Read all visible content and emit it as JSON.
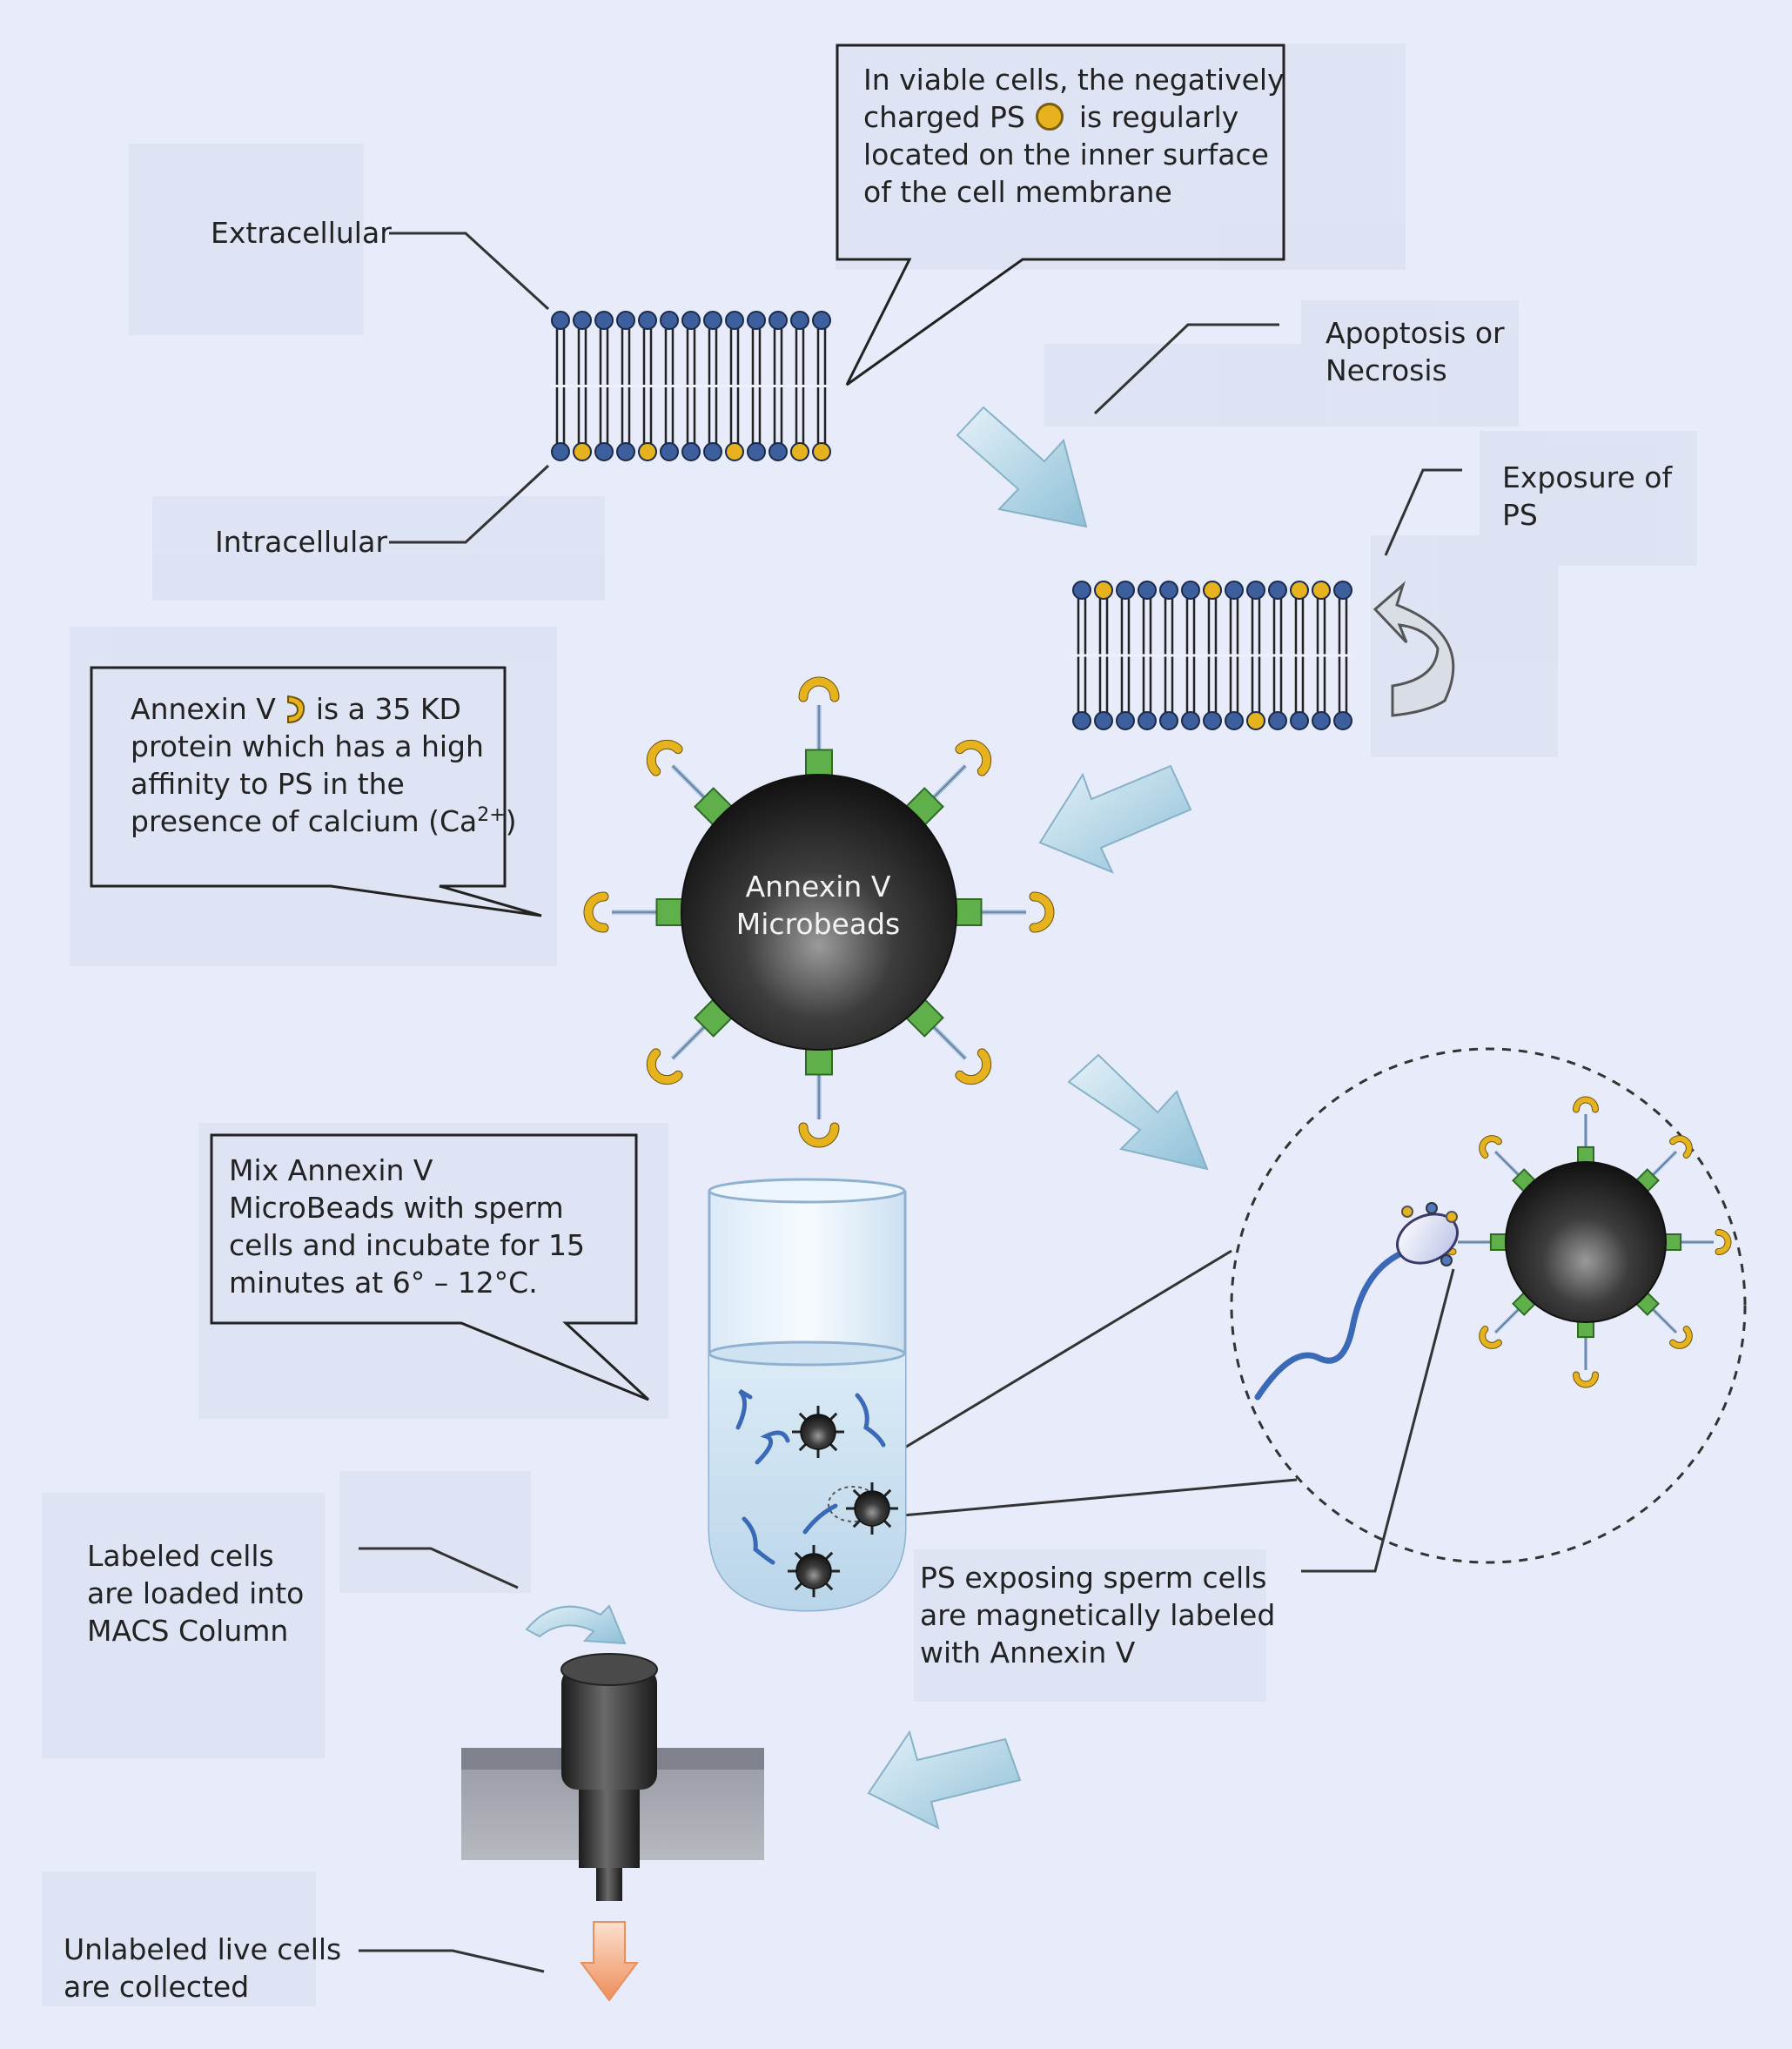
{
  "labels": {
    "extracellular": "Extracellular",
    "intracellular": "Intracellular",
    "viable_cells": [
      "In viable cells, the negatively",
      "charged PS",
      "is regularly",
      "located on the inner surface",
      "of the cell membrane"
    ],
    "apoptosis": [
      "Apoptosis or",
      "Necrosis"
    ],
    "exposure": [
      "Exposure of",
      "PS"
    ],
    "annexin_note": [
      "Annexin V",
      "is a 35 KD",
      "protein which has a high",
      "affinity to PS in the",
      "presence of calcium (Ca",
      "2+",
      ")"
    ],
    "bead": [
      "Annexin V",
      "Microbeads"
    ],
    "mix_note": [
      "Mix Annexin V",
      "MicroBeads with sperm",
      "cells and incubate for 15",
      "minutes at 6° – 12°C."
    ],
    "labeled": [
      "Labeled cells",
      "are loaded into",
      "MACS Column"
    ],
    "ps_exposing": [
      "PS exposing sperm cells",
      "are magnetically labeled",
      "with Annexin V"
    ],
    "unlabeled": [
      "Unlabeled live cells",
      "are collected"
    ]
  },
  "colors": {
    "background": "#e7ebfa",
    "phospholipid_blue": "#3d5f9e",
    "phosphatidylserine_yellow": "#e6b21d",
    "annexin_green": "#5fb04a",
    "arrow_blue": "#a9cfe0",
    "arrow_orange": "#f4a77d"
  },
  "membranes": {
    "viable": {
      "top": [
        "b",
        "b",
        "b",
        "b",
        "b",
        "b",
        "b",
        "b",
        "b",
        "b",
        "b",
        "b",
        "b"
      ],
      "bottom": [
        "b",
        "y",
        "b",
        "b",
        "y",
        "b",
        "b",
        "b",
        "y",
        "b",
        "b",
        "y",
        "y"
      ]
    },
    "apoptotic": {
      "top": [
        "b",
        "y",
        "b",
        "b",
        "b",
        "b",
        "y",
        "b",
        "b",
        "b",
        "y",
        "y",
        "b"
      ],
      "bottom": [
        "b",
        "b",
        "b",
        "b",
        "b",
        "b",
        "b",
        "b",
        "y",
        "b",
        "b",
        "b",
        "b"
      ]
    }
  }
}
